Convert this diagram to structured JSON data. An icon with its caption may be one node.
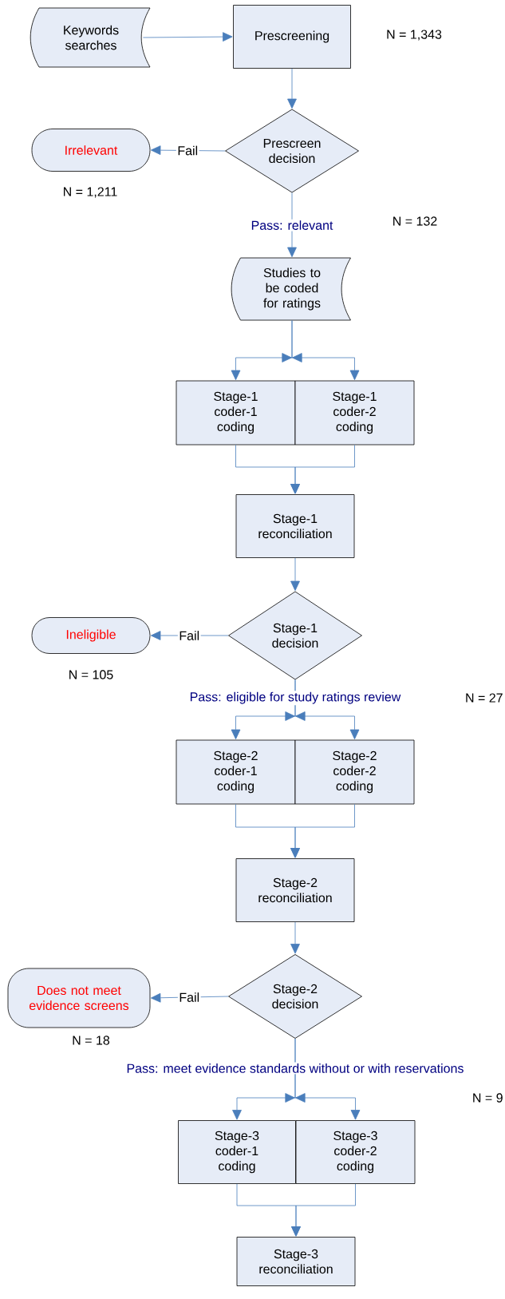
{
  "diagram": {
    "nodes": [
      {
        "text": [
          "Keywords searches"
        ]
      },
      {
        "text": [
          "Prescreening"
        ],
        "beside": [
          "N = 1,343"
        ]
      },
      {
        "text": [
          "Prescreen decision"
        ]
      },
      {
        "text": [
          "Irrelevant"
        ],
        "beside": [
          "N = 1,211"
        ]
      },
      {
        "text": [
          "Studies to be coded for ratings"
        ]
      },
      {
        "text": [
          "Stage-1 coder-1 coding"
        ]
      },
      {
        "text": [
          "Stage-1 coder-2 coding"
        ]
      },
      {
        "text": [
          "Stage-1 reconciliation"
        ]
      },
      {
        "text": [
          "Stage-1 decision"
        ]
      },
      {
        "text": [
          "Ineligible"
        ],
        "beside": [
          "N = 105"
        ]
      },
      {
        "text": [
          "Stage-2 coder-1 coding"
        ]
      },
      {
        "text": [
          "Stage-2 coder-2 coding"
        ]
      },
      {
        "text": [
          "Stage-2 reconciliation"
        ]
      },
      {
        "text": [
          "Stage-2 decision"
        ]
      },
      {
        "text": [
          "Does not meet evidence screens"
        ],
        "beside": [
          "N = 18"
        ]
      },
      {
        "text": [
          "Stage-3 coder-1 coding"
        ]
      },
      {
        "text": [
          "Stage-3 coder-2 coding"
        ]
      },
      {
        "text": [
          "Stage-3 reconciliation"
        ]
      }
    ],
    "edges": [
      {
        "from": 0,
        "to": 1,
        "arrow": "to"
      },
      {
        "from": 1,
        "to": 2,
        "arrow": "to"
      },
      {
        "from": 2,
        "to": 3,
        "arrow": "to",
        "label": "Fail"
      },
      {
        "from": 2,
        "to": 4,
        "arrow": "to",
        "label": "Pass: relevant"
      },
      {
        "from": 4,
        "to": 5,
        "arrow": "to"
      },
      {
        "from": 4,
        "to": 6,
        "arrow": "to"
      },
      {
        "from": 5,
        "to": 7,
        "arrow": "to"
      },
      {
        "from": 6,
        "to": 7,
        "arrow": "to"
      },
      {
        "from": 7,
        "to": 8,
        "arrow": "to"
      },
      {
        "from": 8,
        "to": 9,
        "arrow": "to",
        "label": "Fail"
      },
      {
        "from": 8,
        "to": 10,
        "arrow": "to",
        "label": "Pass: eligible for study ratings review"
      },
      {
        "from": 8,
        "to": 11,
        "arrow": "to"
      },
      {
        "from": 10,
        "to": 12,
        "arrow": "to"
      },
      {
        "from": 11,
        "to": 12,
        "arrow": "to"
      },
      {
        "from": 12,
        "to": 13,
        "arrow": "to"
      },
      {
        "from": 13,
        "to": 14,
        "arrow": "to",
        "label": "Fail"
      },
      {
        "from": 13,
        "to": 15,
        "arrow": "to",
        "label": "Pass: meet evidence standards without or with reservations"
      },
      {
        "from": 13,
        "to": 16,
        "arrow": "to"
      },
      {
        "from": 15,
        "to": 17,
        "arrow": "to"
      },
      {
        "from": 16,
        "to": 17,
        "arrow": "to"
      }
    ],
    "labels": [
      "N = 132",
      "N = 27",
      "N = 9"
    ]
  }
}
